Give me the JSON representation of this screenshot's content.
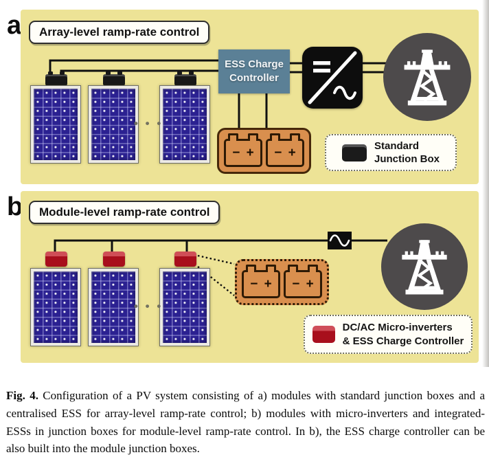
{
  "panel_a": {
    "label": "a",
    "title": "Array-level ramp-rate control",
    "ess_controller": {
      "line1": "ESS Charge",
      "line2": "Controller"
    },
    "legend": {
      "line1": "Standard",
      "line2": "Junction Box"
    },
    "dots": "• • •"
  },
  "panel_b": {
    "label": "b",
    "title": "Module-level ramp-rate control",
    "legend": {
      "line1": "DC/AC Micro-inverters",
      "line2": "& ESS Charge Controller"
    },
    "dots": "• • •"
  },
  "battery": {
    "minus": "−",
    "plus": "+"
  },
  "caption": {
    "fig_label": "Fig. 4.",
    "text": " Configuration of a PV system consisting of a) modules with standard junction boxes and a centralised ESS for array-level ramp-rate control; b) modules with micro-inverters and integrated-ESSs in junction boxes for module-level ramp-rate control. In b), the ESS charge controller can be also built into the module junction boxes."
  },
  "colors": {
    "panel_background": "#ede396",
    "ess_controller_box": "#5b8096",
    "battery_orange": "#d98f4e",
    "micro_inverter_red": "#b0121f",
    "tower_circle_gray": "#4d4a4b",
    "pv_cell_blue": "#2b2191"
  }
}
